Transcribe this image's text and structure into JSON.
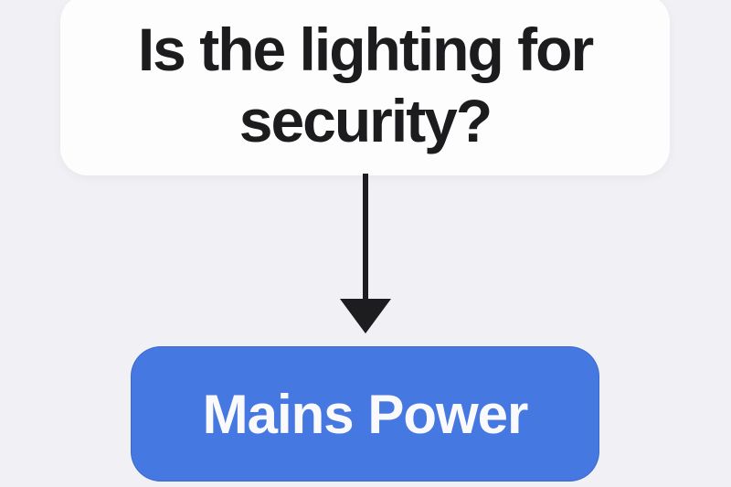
{
  "diagram": {
    "type": "flowchart",
    "question_node": {
      "lines": [
        "Is the lighting for",
        "security?"
      ]
    },
    "connector": {
      "shape": "arrow-down"
    },
    "answer_node": {
      "label": "Mains Power"
    }
  },
  "colors": {
    "canvas-bg": "#f1f1f5",
    "question-bg": "#fdfdfd",
    "question-text": "#1c1c1e",
    "arrow": "#1d1d1f",
    "answer-bg": "#4678e2",
    "answer-text": "#fafafc"
  }
}
